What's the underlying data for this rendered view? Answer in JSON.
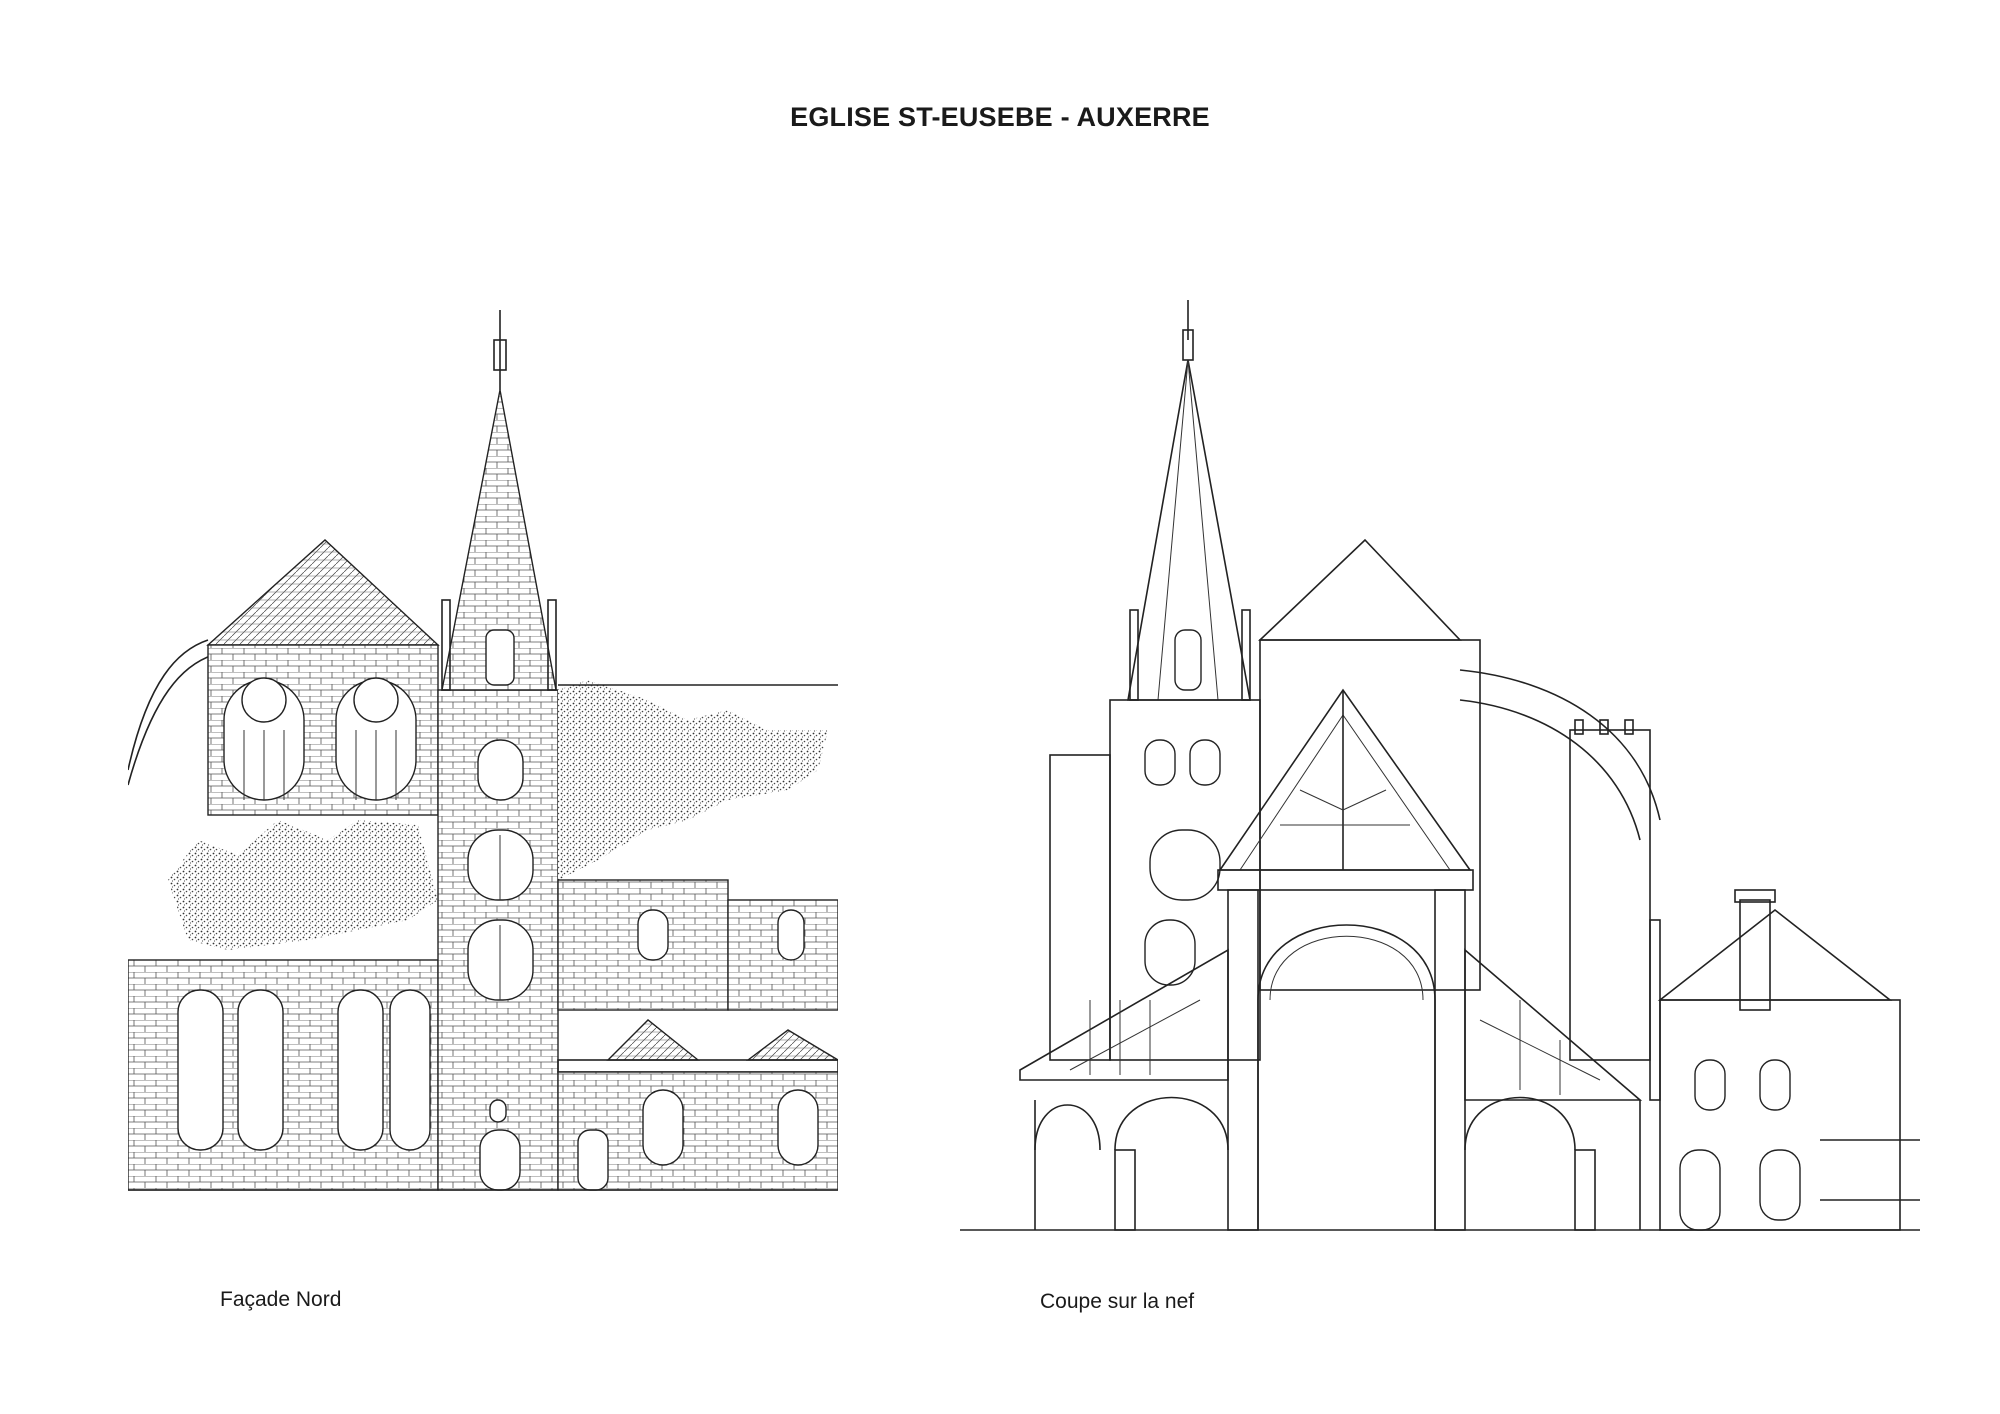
{
  "sheet": {
    "title": "EGLISE ST-EUSEBE - AUXERRE"
  },
  "drawings": [
    {
      "id": "facade-nord",
      "caption": "Façade Nord"
    },
    {
      "id": "coupe-nef",
      "caption": "Coupe sur la nef"
    }
  ]
}
